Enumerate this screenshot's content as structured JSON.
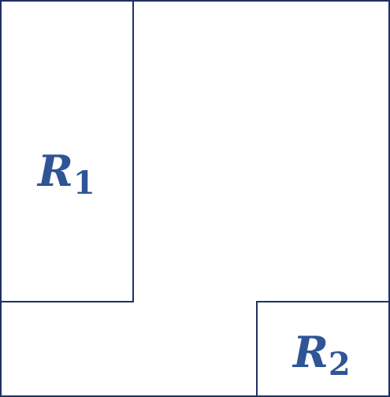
{
  "diagram": {
    "colors": {
      "stroke": "#1f3163",
      "label": "#2f5597",
      "background": "#ffffff"
    },
    "regions": [
      {
        "id": "r1",
        "letter": "R",
        "subscript": "1"
      },
      {
        "id": "r2",
        "letter": "R",
        "subscript": "2"
      }
    ]
  }
}
